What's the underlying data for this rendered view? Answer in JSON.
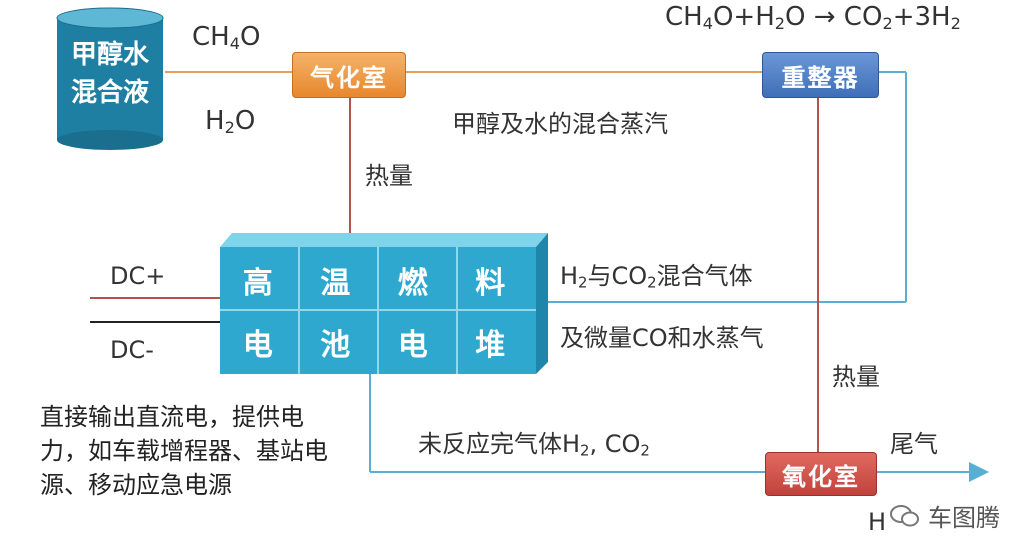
{
  "equation": {
    "a": "CH",
    "a_sub": "4",
    "b": "O+H",
    "b_sub": "2",
    "c": "O → CO",
    "c_sub": "2",
    "d": "+3H",
    "d_sub": "2"
  },
  "tank_label": "甲醇水\n混合液",
  "inputs": {
    "ch4o": {
      "pre": "CH",
      "sub": "4",
      "post": "O"
    },
    "h2o": {
      "pre": "H",
      "sub": "2",
      "post": "O"
    }
  },
  "boxes": {
    "vaporizer": "气化室",
    "reformer": "重整器",
    "oxidizer": "氧化室"
  },
  "labels": {
    "mixed_vapor": "甲醇及水的混合蒸汽",
    "heat_left": "热量",
    "heat_right": "热量",
    "h2_co2_mix": {
      "pre": "H",
      "sub1": "2",
      "mid": "与CO",
      "sub2": "2",
      "post": "混合气体"
    },
    "trace": "及微量CO和水蒸气",
    "unreacted": {
      "pre": "未反应完气体H",
      "sub1": "2",
      "mid": ", CO",
      "sub2": "2"
    },
    "tail_gas": "尾气",
    "dc_plus": "DC+",
    "dc_minus": "DC-",
    "bottom_right_partial": "H"
  },
  "stack": {
    "row1": [
      "高",
      "温",
      "燃",
      "料"
    ],
    "row2": [
      "电",
      "池",
      "电",
      "堆"
    ]
  },
  "note": "直接输出直流电，提供电力，如车载增程器、基站电源、移动应急电源",
  "watermark": "车图腾",
  "colors": {
    "orange": "#e8872d",
    "blue": "#3f6fb8",
    "red": "#c1423c",
    "teal": "#2d9bbf",
    "line_orange": "#e8a15a",
    "line_blue": "#5aaed3",
    "line_red": "#b4524c"
  }
}
